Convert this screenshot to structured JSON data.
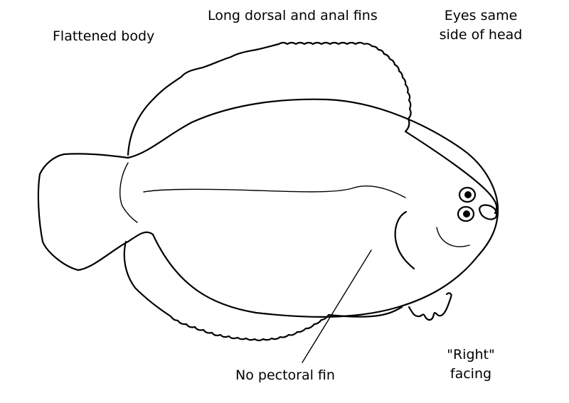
{
  "diagram": {
    "subject": "flatfish (sole)",
    "labels": {
      "flattened_body": "Flattened body",
      "long_fins": "Long dorsal and anal fins",
      "eyes_line1": "Eyes same",
      "eyes_line2": "side of head",
      "no_pectoral": "No pectoral fin",
      "right_line1": "\"Right\"",
      "right_line2": "facing"
    },
    "colors": {
      "background": "#ffffff",
      "stroke": "#000000"
    }
  }
}
